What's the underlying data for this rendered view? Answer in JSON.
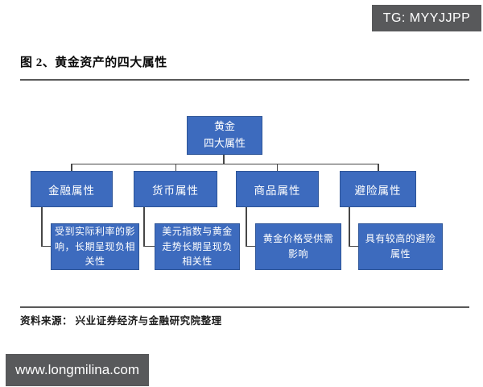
{
  "badges": {
    "tg": "TG: MYYJJPP",
    "site": "www.longmilina.com"
  },
  "figure": {
    "title": "图 2、黄金资产的四大属性",
    "source": "资料来源： 兴业证券经济与金融研究院整理"
  },
  "diagram": {
    "root": {
      "line1": "黄金",
      "line2": "四大属性"
    },
    "branches": [
      {
        "label": "金融属性",
        "detail": "受到实际利率的影响，长期呈现负相关性"
      },
      {
        "label": "货币属性",
        "detail": "美元指数与黄金走势长期呈现负相关性"
      },
      {
        "label": "商品属性",
        "detail": "黄金价格受供需影响"
      },
      {
        "label": "避险属性",
        "detail": "具有较高的避险属性"
      }
    ]
  },
  "colors": {
    "box_fill": "#3d6bbe",
    "box_border": "#2e5597",
    "badge_bg": "#58595b",
    "line": "#474747"
  }
}
